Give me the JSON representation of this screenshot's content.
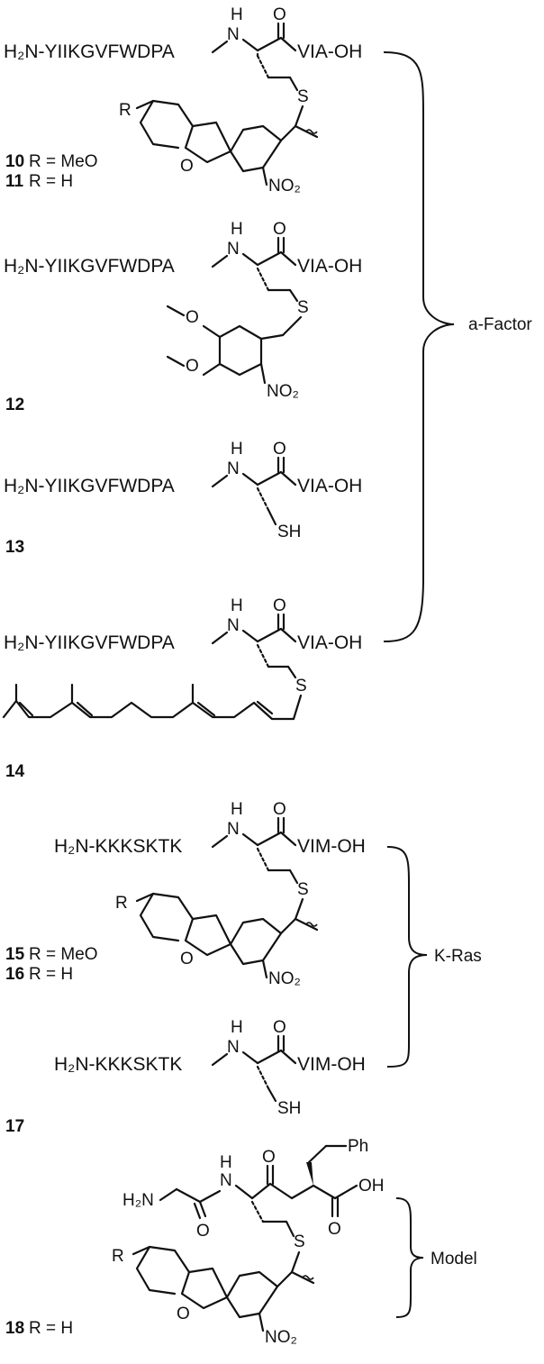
{
  "compounds": {
    "c10": {
      "number": "10",
      "rgroup": "R = MeO"
    },
    "c11": {
      "number": "11",
      "rgroup": "R = H"
    },
    "c12": {
      "number": "12"
    },
    "c13": {
      "number": "13"
    },
    "c14": {
      "number": "14"
    },
    "c15": {
      "number": "15",
      "rgroup": "R = MeO"
    },
    "c16": {
      "number": "16",
      "rgroup": "R = H"
    },
    "c17": {
      "number": "17"
    },
    "c18": {
      "number": "18",
      "rgroup": "R = H"
    }
  },
  "peptides": {
    "afactor_n": "H₂N-YIIKGVFWDPA",
    "afactor_c": "VIA-OH",
    "kras_n": "H₂N-KKKSKTK",
    "kras_c": "VIM-OH"
  },
  "atoms": {
    "nh_n": "N",
    "nh_h": "H",
    "carbonyl_o": "O",
    "sulfur": "S",
    "thiol": "SH",
    "nitro": "NO₂",
    "r": "R",
    "ring_o": "O",
    "methoxy_o": "O",
    "amine": "H₂N",
    "acid": "OH",
    "phenyl": "Ph"
  },
  "groups": {
    "afactor": "a-Factor",
    "kras": "K-Ras",
    "model": "Model"
  }
}
